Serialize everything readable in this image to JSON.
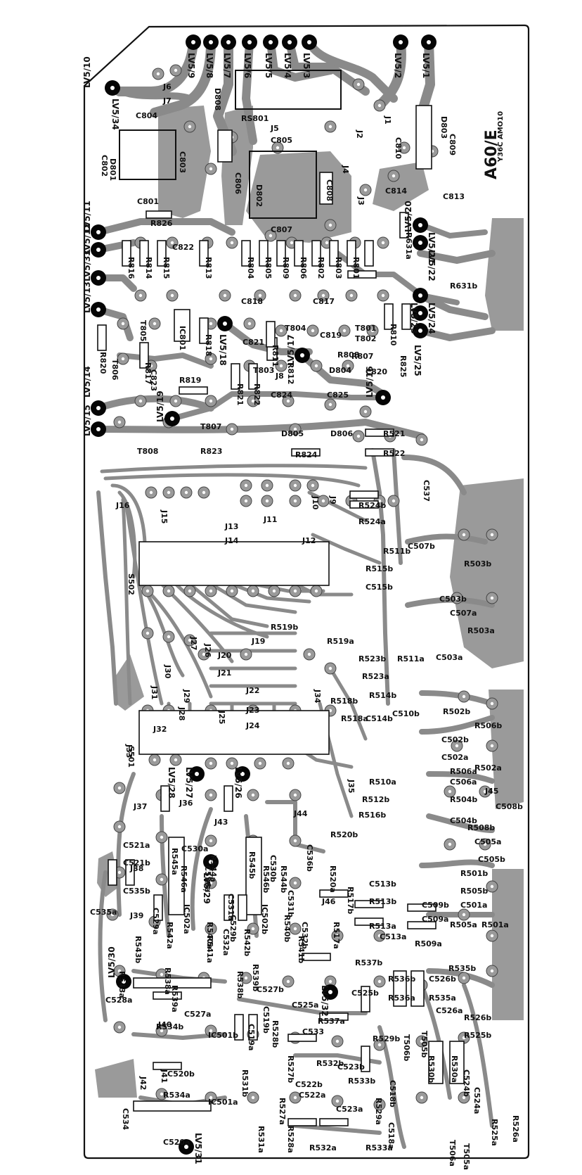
{
  "board": {
    "code": "A60/E",
    "code_small": "Y36C AMO10"
  },
  "terminals": [
    "LV5/9",
    "LV5/8",
    "LV5/7",
    "LV5/6",
    "LV5/5",
    "LV5/4",
    "LV5/3",
    "LV5/2",
    "LV5/1",
    "LV5/10",
    "LV5/34",
    "LV5/11",
    "LV5/12",
    "LV5/33",
    "LV5/13",
    "LV5/14",
    "LV5/15",
    "LV5/19",
    "LV5/18",
    "LV5/17",
    "LV5/16",
    "LV5/20",
    "LV5/21",
    "LV5/22",
    "LV5/23",
    "LV5/24",
    "LV5/25",
    "LV5/26",
    "LV5/27",
    "LV5/28",
    "LV5/29",
    "LV5/30",
    "LV5/31",
    "LV5/32"
  ],
  "components": [
    "D808",
    "RS801",
    "D803",
    "C804",
    "C805",
    "C806",
    "C807",
    "C808",
    "C809",
    "C810",
    "C802",
    "C803",
    "D801",
    "C801",
    "R826",
    "D802",
    "C813",
    "C814",
    "J1",
    "J2",
    "J3",
    "J4",
    "J5",
    "J6",
    "J7",
    "J8",
    "R816",
    "R814",
    "R815",
    "R813",
    "R804",
    "R805",
    "R809",
    "R806",
    "R802",
    "R803",
    "R801",
    "C822",
    "C818",
    "C817",
    "C819",
    "C820",
    "C821",
    "C823",
    "C824",
    "C825",
    "T801",
    "T802",
    "T803",
    "T804",
    "T805",
    "T806",
    "T807",
    "T808",
    "IC801",
    "R818",
    "R810",
    "R808",
    "R811",
    "R812",
    "R807",
    "R825",
    "R817",
    "R819",
    "R820",
    "R821",
    "R822",
    "R823",
    "R824",
    "D804",
    "D805",
    "D806",
    "R631a",
    "R631b",
    "R521",
    "R522",
    "C537",
    "R524a",
    "R524b",
    "J9",
    "J10",
    "J11",
    "J12",
    "J13",
    "J14",
    "J15",
    "J16",
    "S502",
    "R511b",
    "C507b",
    "R503b",
    "R515b",
    "C515b",
    "C503b",
    "R503a",
    "C507a",
    "R519b",
    "R519a",
    "J19",
    "J20",
    "J21",
    "J22",
    "J23",
    "J24",
    "J25",
    "J26",
    "J27",
    "J28",
    "J29",
    "J30",
    "J31",
    "J32",
    "J33",
    "J34",
    "J35",
    "J36",
    "J37",
    "R523b",
    "R511a",
    "C503a",
    "R523a",
    "R514b",
    "R518b",
    "R518a",
    "C514b",
    "C510b",
    "R502b",
    "R506b",
    "C502b",
    "C502a",
    "R502a",
    "C506a",
    "R506a",
    "R504b",
    "C508b",
    "C504b",
    "J45",
    "R508b",
    "R510a",
    "R512b",
    "R516b",
    "R520b",
    "R520a",
    "R517a",
    "R517b",
    "C513b",
    "C513a",
    "R513b",
    "R513a",
    "R509a",
    "R505a",
    "R501a",
    "R505b",
    "R501b",
    "C501a",
    "C505b",
    "C505a",
    "C509b",
    "C509a",
    "S501",
    "J38",
    "J39",
    "J40",
    "J41",
    "J42",
    "J43",
    "J44",
    "J46",
    "C521a",
    "C521b",
    "C530a",
    "C530b",
    "C531a",
    "C531b",
    "C532a",
    "C532b",
    "C533",
    "C534",
    "C535a",
    "C535b",
    "C536a",
    "C536b",
    "R542a",
    "R542b",
    "R543a",
    "R543b",
    "R544a",
    "R544b",
    "R545a",
    "R545b",
    "R546a",
    "R546b",
    "R540a",
    "R540b",
    "R541a",
    "R541b",
    "R538a",
    "R538b",
    "R539a",
    "R539b",
    "C529a",
    "C529b",
    "IC502a",
    "IC502b",
    "C528a",
    "C527a",
    "C527b",
    "C526a",
    "C526b",
    "C525a",
    "C525b",
    "C518a",
    "C518b",
    "C519a",
    "C519b",
    "C520a",
    "C520b",
    "C522a",
    "C522b",
    "C523a",
    "C523b",
    "C524a",
    "C524b",
    "R526a",
    "R526b",
    "R525a",
    "R525b",
    "R527a",
    "R527b",
    "R528a",
    "R528b",
    "R529a",
    "R529b",
    "R530a",
    "R530b",
    "R531a",
    "R531b",
    "R532a",
    "R532b",
    "R533a",
    "R533b",
    "R534a",
    "R534b",
    "R535a",
    "R535b",
    "R536a",
    "R536b",
    "R537a",
    "R537b",
    "T505a",
    "T505b",
    "T506a",
    "T506b",
    "IC501a",
    "IC501b"
  ]
}
